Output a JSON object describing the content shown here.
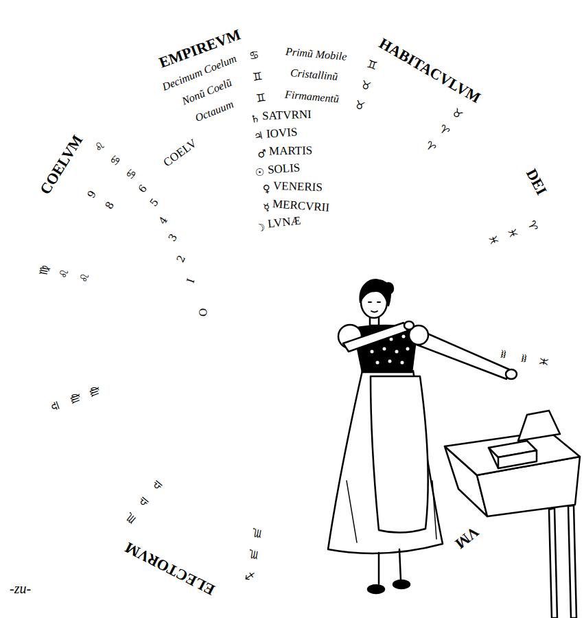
{
  "diagram": {
    "nodes": [
      {
        "text": [
          "COELVM",
          "EMPIREVM",
          "HABITACVLVM",
          "DEI",
          "VM",
          "ELECTORVM"
        ]
      },
      {
        "text": [
          "Decimum Coelum",
          "♋",
          "Primũ Mobile",
          "♊",
          "♉",
          "♈",
          "♓",
          "♐",
          "♏",
          "♎",
          "♍",
          "♌"
        ],
        "in": 0
      },
      {
        "text": [
          "Nonũ Coelũ",
          "♊",
          "Cristallinũ",
          "♉",
          "♈",
          "♓",
          "♒",
          "♏",
          "♎",
          "♍",
          "♌",
          "♋",
          "9"
        ],
        "in": 1
      },
      {
        "text": [
          "Octauum",
          "♊",
          "Firmamentũ",
          "♉",
          "♈",
          "♓",
          "♒",
          "♏",
          "♎",
          "♍",
          "♌",
          "♋",
          "8"
        ],
        "in": 2
      },
      {
        "text": [
          "6",
          "COELV",
          "♄",
          "SATVRNI"
        ],
        "in": 3
      },
      {
        "text": [
          "♃",
          "IOVIS",
          "5"
        ],
        "in": 4
      },
      {
        "text": [
          "♂",
          "MARTIS",
          "4"
        ],
        "in": 5
      },
      {
        "text": [
          "☉",
          "SOLIS",
          "3"
        ],
        "in": 6
      },
      {
        "text": [
          "♀",
          "VENERIS",
          "2"
        ],
        "in": 7
      },
      {
        "text": [
          "☿",
          "MERCVRII",
          "I"
        ],
        "in": 8
      },
      {
        "text": [
          "☽",
          "LVNÆ",
          "O"
        ],
        "in": 9
      }
    ],
    "labels": [
      "-zu-"
    ]
  }
}
